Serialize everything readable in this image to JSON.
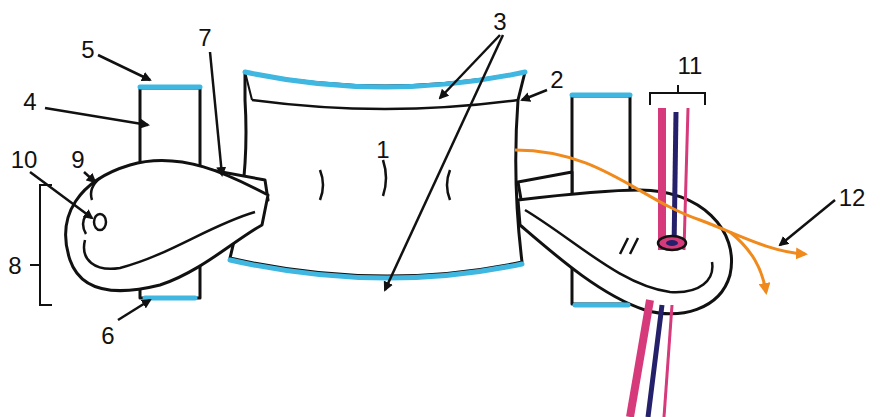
{
  "diagram": {
    "labels": [
      "5",
      "7",
      "3",
      "2",
      "11",
      "4",
      "1",
      "9",
      "10",
      "12",
      "8",
      "6"
    ]
  }
}
